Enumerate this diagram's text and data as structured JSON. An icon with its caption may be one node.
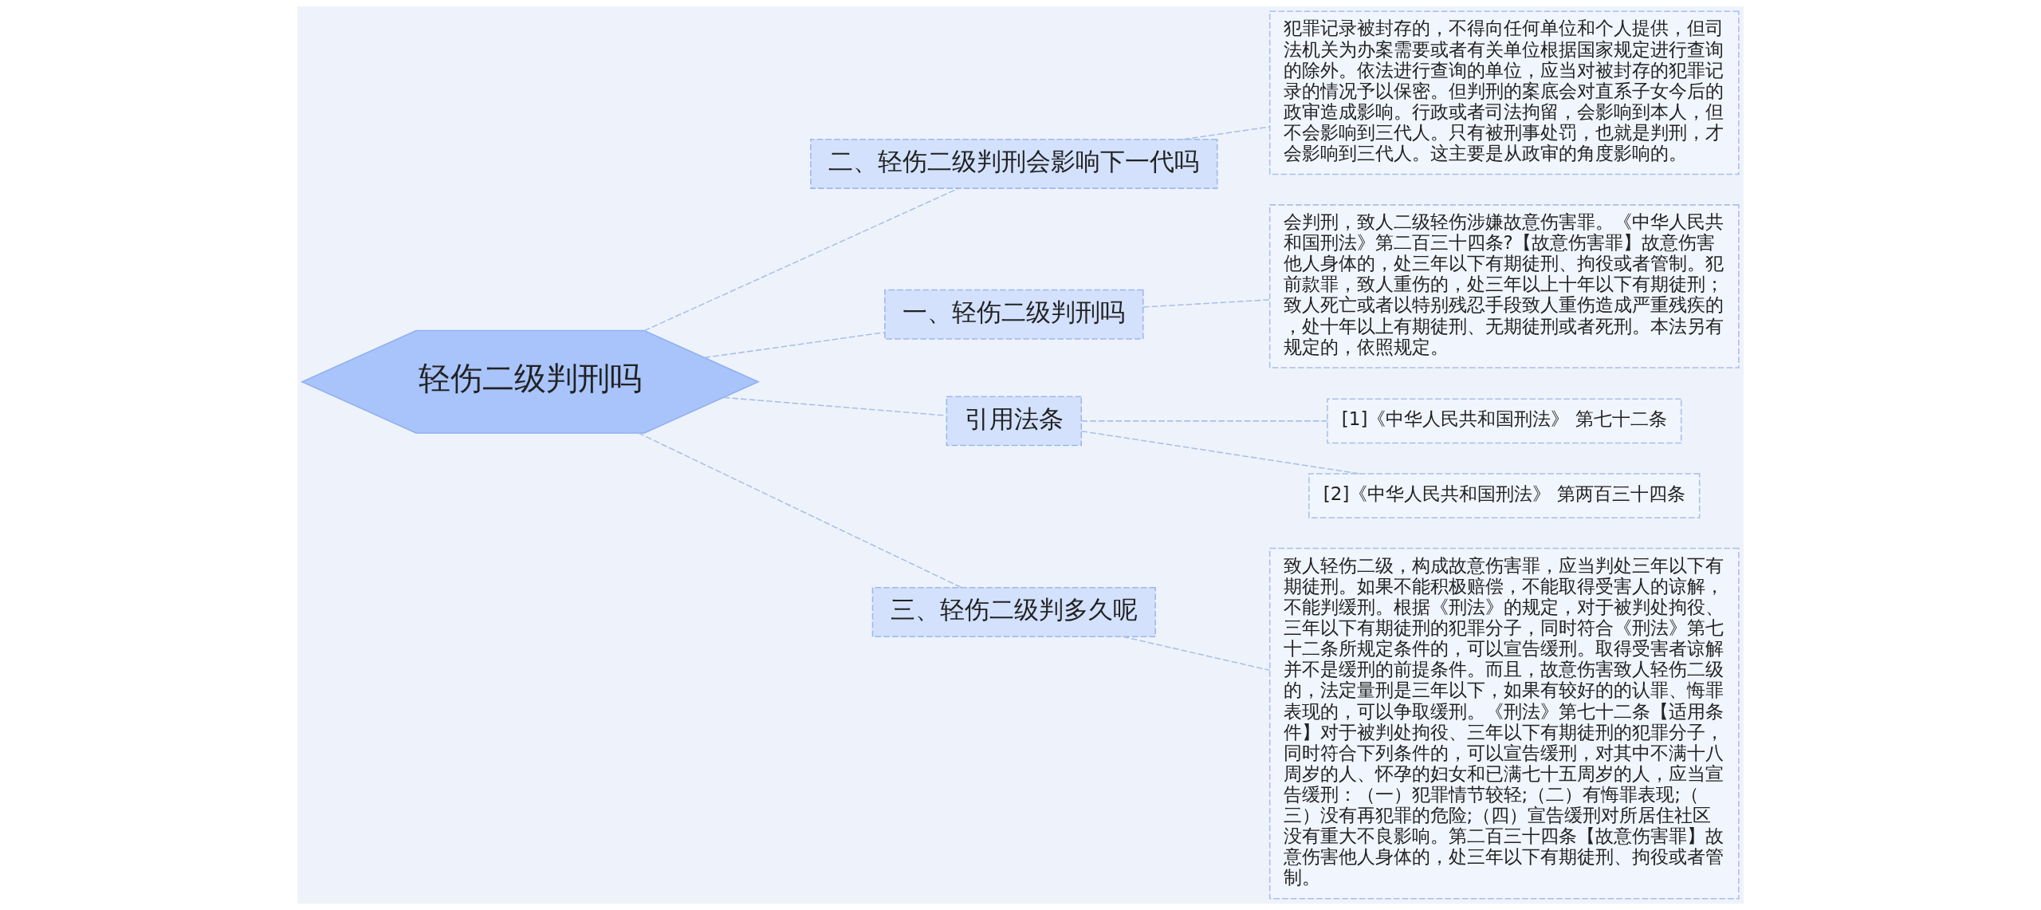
{
  "diagram": {
    "nodes": [
      {
        "text": [
          "轻伤二级判刑吗"
        ]
      },
      {
        "text": [
          "二、轻伤二级判刑会影响下一代吗"
        ]
      },
      {
        "text": [
          "犯罪记录被封存的，不得向任何单位和个人提供，但司法机关为办案需要或者有关单位根据国家规定进行查询的除外。依法进行查询的单位，应当对被封存的犯罪记录的情况予以保密。但判刑的案底会对直系子女今后的政审造成影响。行政或者司法拘留，会影响到本人，但不会影响到三代人。只有被刑事处罚，也就是判刑，才会影响到三代人。这主要是从政审的角度影响的。"
        ]
      },
      {
        "text": [
          "一、轻伤二级判刑吗"
        ]
      },
      {
        "text": [
          "会判刑，致人二级轻伤涉嫌故意伤害罪。《中华人民共和国刑法》第二百三十四条?【故意伤害罪】故意伤害他人身体的，处三年以下有期徒刑、拘役或者管制。犯前款罪，致人重伤的，处三年以上十年以下有期徒刑；致人死亡或者以特别残忍手段致人重伤造成严重残疾的，处十年以上有期徒刑、无期徒刑或者死刑。本法另有规定的，依照规定。"
        ]
      },
      {
        "text": [
          "引用法条"
        ]
      },
      {
        "text": [
          "[1]《中华人民共和国刑法》 第七十二条"
        ]
      },
      {
        "text": [
          "[2]《中华人民共和国刑法》 第两百三十四条"
        ]
      },
      {
        "text": [
          "三、轻伤二级判多久呢"
        ]
      },
      {
        "text": [
          "致人轻伤二级，构成故意伤害罪，应当判处三年以下有期徒刑。如果不能积极赔偿，不能取得受害人的谅解，不能判缓刑。根据《刑法》的规定，对于被判处拘役、三年以下有期徒刑的犯罪分子，同时符合《刑法》第七十二条所规定条件的，可以宣告缓刑。取得受害者谅解并不是缓刑的前提条件。而且，故意伤害致人轻伤二级的，法定量刑是三年以下，如果有较好的的认罪、悔罪表现的，可以争取缓刑。《刑法》第七十二条【适用条件】对于被判处拘役、三年以下有期徒刑的犯罪分子，同时符合下列条件的，可以宣告缓刑，对其中不满十八周岁的人、怀孕的妇女和已满七十五周岁的人，应当宣告缓刑：（一）犯罪情节较轻;（二）有悔罪表现;（三）没有再犯罪的危险;（四）宣告缓刑对所居住社区没有重大不良影响。第二百三十四条【故意伤害罪】故意伤害他人身体的，处三年以下有期徒刑、拘役或者管制。"
        ]
      }
    ],
    "edges": [
      {
        "from": 0,
        "to": 1,
        "arrow": "none",
        "style": "dashed"
      },
      {
        "from": 1,
        "to": 2,
        "arrow": "none",
        "style": "dashed"
      },
      {
        "from": 0,
        "to": 3,
        "arrow": "none",
        "style": "dashed"
      },
      {
        "from": 3,
        "to": 4,
        "arrow": "none",
        "style": "dashed"
      },
      {
        "from": 0,
        "to": 5,
        "arrow": "none",
        "style": "dashed"
      },
      {
        "from": 5,
        "to": 6,
        "arrow": "none",
        "style": "dashed"
      },
      {
        "from": 5,
        "to": 7,
        "arrow": "none",
        "style": "dashed"
      },
      {
        "from": 0,
        "to": 8,
        "arrow": "none",
        "style": "dashed"
      },
      {
        "from": 8,
        "to": 9,
        "arrow": "none",
        "style": "dashed"
      }
    ]
  }
}
